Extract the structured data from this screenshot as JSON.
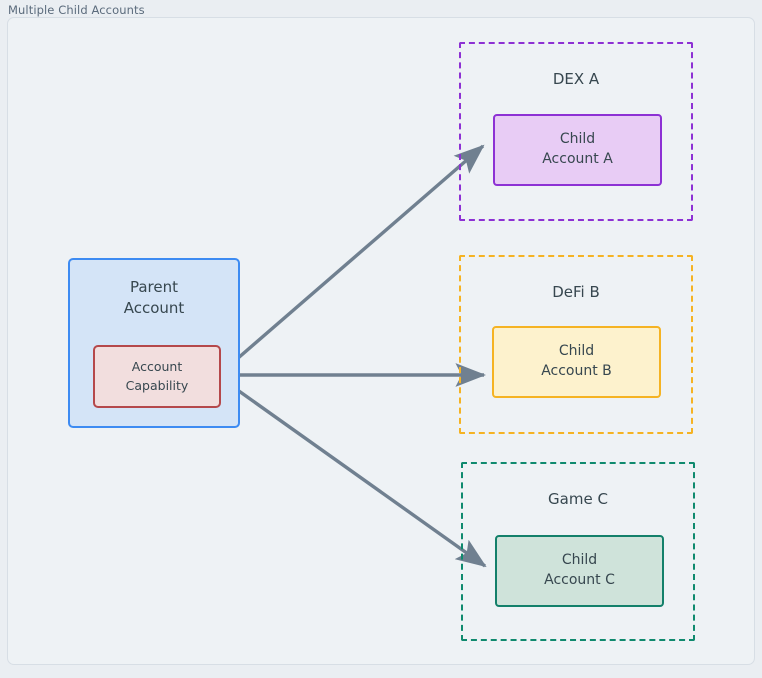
{
  "diagram": {
    "title": "Multiple Child Accounts",
    "background_color": "#eef2f5",
    "edge_color": "#708090",
    "text_color": "#37474f"
  },
  "parent": {
    "label": "Parent\nAccount",
    "fill": "#d4e4f7",
    "stroke": "#3d8bf2",
    "capability": {
      "label": "Account\nCapability",
      "fill": "#f2dede",
      "stroke": "#b5484b"
    }
  },
  "groups": [
    {
      "id": "dex-a",
      "label": "DEX A",
      "stroke": "#8d31d4",
      "child": {
        "label": "Child\nAccount A",
        "fill": "#e8ccf5",
        "stroke": "#8d31d4"
      }
    },
    {
      "id": "defi-b",
      "label": "DeFi B",
      "stroke": "#f5b323",
      "child": {
        "label": "Child\nAccount B",
        "fill": "#fdf2cd",
        "stroke": "#f5b323"
      }
    },
    {
      "id": "game-c",
      "label": "Game C",
      "stroke": "#0f8a6e",
      "child": {
        "label": "Child\nAccount C",
        "fill": "#cfe3da",
        "stroke": "#13806a"
      }
    }
  ],
  "edges": [
    {
      "from": "account-capability",
      "to": "child-account-a"
    },
    {
      "from": "account-capability",
      "to": "child-account-b"
    },
    {
      "from": "account-capability",
      "to": "child-account-c"
    }
  ]
}
